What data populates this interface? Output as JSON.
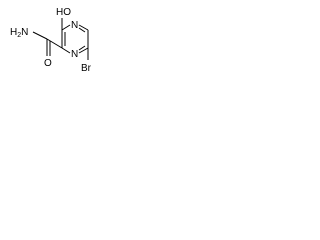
{
  "molecule": {
    "labels": {
      "amide_nitrogen": "H2N",
      "hydroxyl": "HO",
      "carbonyl_oxygen": "O",
      "ring_nitrogen_top": "N",
      "ring_nitrogen_bottom": "N",
      "bromine": "Br"
    },
    "colors": {
      "bond": "#000000",
      "text": "#000000",
      "background": "#ffffff"
    }
  }
}
